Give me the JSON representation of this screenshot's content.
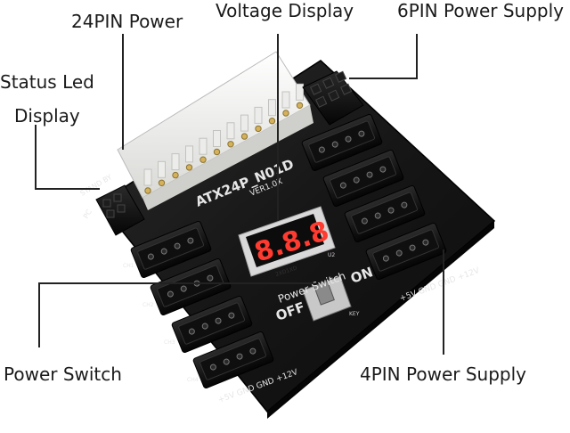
{
  "callouts": {
    "pin24_power": "24PIN Power",
    "voltage_display": "Voltage Display",
    "pin6_supply": "6PIN Power Supply",
    "status_led_line1": "Status Led",
    "status_led_line2": "Display",
    "power_switch": "Power Switch",
    "pin4_supply": "4PIN Power Supply"
  },
  "board": {
    "model": "ATX24P_N01D",
    "version": "VER1.0X",
    "standby_label": "STAND BY",
    "display_digits": "8.8.8",
    "switch_label": "Power Switch",
    "off_label": "OFF",
    "on_label": "ON",
    "left_rail_label": "+5V GND GND +12V",
    "right_rail_label": "+5V GND GND +12V",
    "left_channels": [
      "CH1",
      "CH2",
      "CH3",
      "CH4"
    ],
    "part_label": "2XD1XD",
    "key_label": "KEY",
    "u2_label": "U2",
    "pc_label": "PC"
  },
  "colors": {
    "board": "#151515",
    "connector": "#0b0b0b",
    "atx": "#f4f4f2",
    "display_red": "#ff3b30",
    "silkscreen": "#e6e6e6",
    "leader": "#222222"
  }
}
